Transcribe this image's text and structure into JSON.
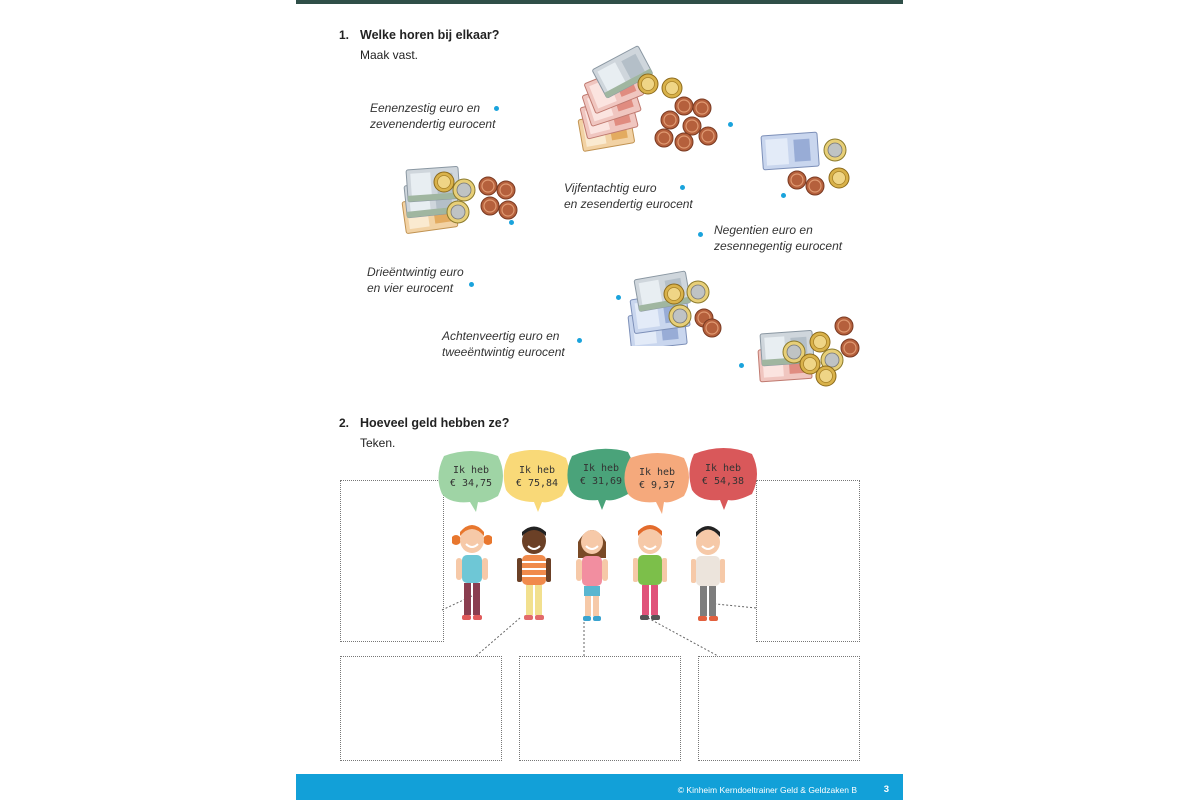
{
  "question1": {
    "number": "1.",
    "title": "Welke horen bij elkaar?",
    "instruction": "Maak vast.",
    "labels": [
      {
        "line1": "Eenenzestig euro en",
        "line2": "zevenendertig eurocent"
      },
      {
        "line1": "Vijfentachtig euro",
        "line2": "en zesendertig eurocent"
      },
      {
        "line1": "Negentien euro en",
        "line2": "zesennegentig eurocent"
      },
      {
        "line1": "Drieëntwintig euro",
        "line2": "en vier eurocent"
      },
      {
        "line1": "Achtenveertig euro en",
        "line2": "tweeëntwintig eurocent"
      }
    ]
  },
  "question2": {
    "number": "2.",
    "title": "Hoeveel geld hebben ze?",
    "instruction": "Teken.",
    "bubbles": [
      {
        "line1": "Ik heb",
        "line2": "€ 34,75",
        "color": "#9fd4a5"
      },
      {
        "line1": "Ik heb",
        "line2": "€ 75,84",
        "color": "#f9d978"
      },
      {
        "line1": "Ik heb",
        "line2": "€ 31,69",
        "color": "#4aa37a"
      },
      {
        "line1": "Ik heb",
        "line2": "€ 9,37",
        "color": "#f5a97c"
      },
      {
        "line1": "Ik heb",
        "line2": "€ 54,38",
        "color": "#d9585a"
      }
    ]
  },
  "footer": {
    "text": "© Kinheim Kerndoeltrainer Geld & Geldzaken B",
    "page_number": "3"
  },
  "colors": {
    "accent": "#12a0d8",
    "dot": "#1aa3dc",
    "top_bar": "#2f4f48"
  }
}
